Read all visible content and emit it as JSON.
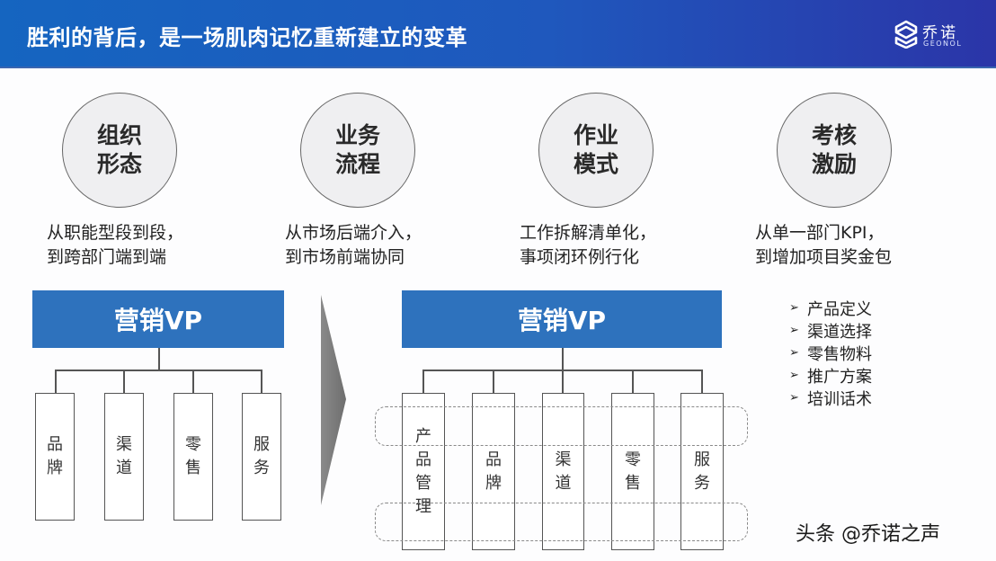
{
  "header": {
    "title": "胜利的背后，是一场肌肉记忆重新建立的变革",
    "logo": {
      "icon": "geonol-logo-icon",
      "name_cn": "乔诺",
      "name_en": "GEONOL"
    }
  },
  "pillars": [
    {
      "line1": "组织",
      "line2": "形态",
      "desc1": "从职能型段到段，",
      "desc2": "到跨部门端到端"
    },
    {
      "line1": "业务",
      "line2": "流程",
      "desc1": "从市场后端介入，",
      "desc2": "到市场前端协同"
    },
    {
      "line1": "作业",
      "line2": "模式",
      "desc1": "工作拆解清单化，",
      "desc2": "事项闭环例行化"
    },
    {
      "line1": "考核",
      "line2": "激励",
      "desc1": "从单一部门KPI，",
      "desc2": "到增加项目奖金包"
    }
  ],
  "before": {
    "root": "营销VP",
    "departments": [
      {
        "c1": "品",
        "c2": "牌"
      },
      {
        "c1": "渠",
        "c2": "道"
      },
      {
        "c1": "零",
        "c2": "售"
      },
      {
        "c1": "服",
        "c2": "务"
      }
    ]
  },
  "transition_arrow": "arrow-right-icon",
  "after": {
    "root": "营销VP",
    "departments": [
      {
        "c1": "产",
        "c2": "品",
        "c3": "管",
        "c4": "理"
      },
      {
        "c1": "品",
        "c2": "牌"
      },
      {
        "c1": "渠",
        "c2": "道"
      },
      {
        "c1": "零",
        "c2": "售"
      },
      {
        "c1": "服",
        "c2": "务"
      }
    ]
  },
  "project_items": {
    "bullet_glyph": "➢",
    "items": [
      "产品定义",
      "渠道选择",
      "零售物料",
      "推广方案",
      "培训话术"
    ]
  },
  "watermark": "头条 @乔诺之声"
}
